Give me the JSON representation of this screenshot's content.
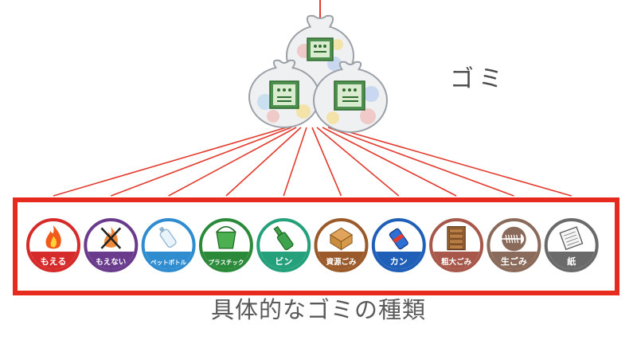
{
  "parent": {
    "label": "ゴミ",
    "icon": "garbage-bags-icon"
  },
  "caption": "具体的なゴミの種類",
  "colors": {
    "connector": "#e33b2e",
    "frame": "#e62b1e"
  },
  "categories": [
    {
      "label": "もえる",
      "icon": "fire-icon",
      "color": "#d62b2b"
    },
    {
      "label": "もえない",
      "icon": "crossed-fire-icon",
      "color": "#6a3b8c"
    },
    {
      "label": "ペットボトル",
      "icon": "pet-bottle-icon",
      "color": "#2f8ccf"
    },
    {
      "label": "プラスチック",
      "icon": "bucket-icon",
      "color": "#2a8a3a"
    },
    {
      "label": "ビン",
      "icon": "glass-bottle-icon",
      "color": "#24a07a"
    },
    {
      "label": "資源ごみ",
      "icon": "cardboard-icon",
      "color": "#9b5a2a"
    },
    {
      "label": "カン",
      "icon": "can-icon",
      "color": "#1f5fb8"
    },
    {
      "label": "粗大ごみ",
      "icon": "dresser-icon",
      "color": "#a8584a"
    },
    {
      "label": "生ごみ",
      "icon": "fish-bone-icon",
      "color": "#8a6a5a"
    },
    {
      "label": "紙",
      "icon": "paper-icon",
      "color": "#6a6a6a"
    }
  ]
}
